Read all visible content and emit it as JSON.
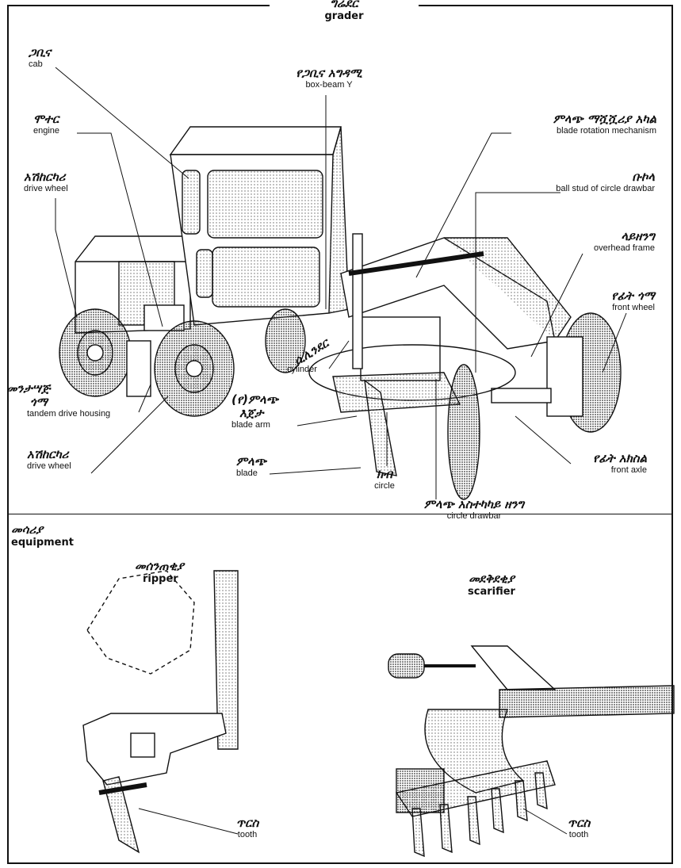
{
  "title": {
    "am": "ግሬደር",
    "en": "grader"
  },
  "labels": {
    "cab": {
      "am": "ጋቢና",
      "en": "cab"
    },
    "box_beam": {
      "am": "የጋቢና አግዳሚ",
      "en": "box-beam Y"
    },
    "engine": {
      "am": "ሞተር",
      "en": "engine"
    },
    "drive_wheel_top": {
      "am": "አሽከርካሪ",
      "en": "drive wheel"
    },
    "blade_rotation": {
      "am": "ምላጭ ማሿሿሪያ አካል",
      "en": "blade rotation mechanism"
    },
    "ball_stud": {
      "am": "ቡኮላ",
      "en": "ball stud of circle drawbar"
    },
    "overhead_frame": {
      "am": "ላይዘንግ",
      "en": "overhead frame"
    },
    "front_wheel": {
      "am": "የፊት ጎማ",
      "en": "front wheel"
    },
    "cylinder": {
      "am": "ሲሊንደር",
      "en": "cylinder"
    },
    "tandem": {
      "am_1": "መንታሣጅ",
      "am_2": "ጎማ",
      "en": "tandem drive housing"
    },
    "blade_arm": {
      "am_1": "(የ)ምላጭ",
      "am_2": "እጀታ",
      "en": "blade arm"
    },
    "drive_wheel_bottom": {
      "am": "አሽከርካሪ",
      "en": "drive wheel"
    },
    "blade": {
      "am": "ምላጭ",
      "en": "blade"
    },
    "circle": {
      "am": "ክብ",
      "en": "circle"
    },
    "front_axle": {
      "am": "የፊት አክስል",
      "en": "front axle"
    },
    "circle_drawbar": {
      "am": "ምላጭ አስተካካይ ዘንግ",
      "en": "circle drawbar"
    }
  },
  "equipment": {
    "heading": {
      "am": "መሳሪያ",
      "en": "equipment"
    },
    "ripper": {
      "am": "መሰንጠቂያ",
      "en": "ripper",
      "tooth_am": "ጥርስ",
      "tooth_en": "tooth"
    },
    "scarifier": {
      "am": "መደቅደቂያ",
      "en": "scarifier",
      "tooth_am": "ጥርስ",
      "tooth_en": "tooth"
    }
  }
}
